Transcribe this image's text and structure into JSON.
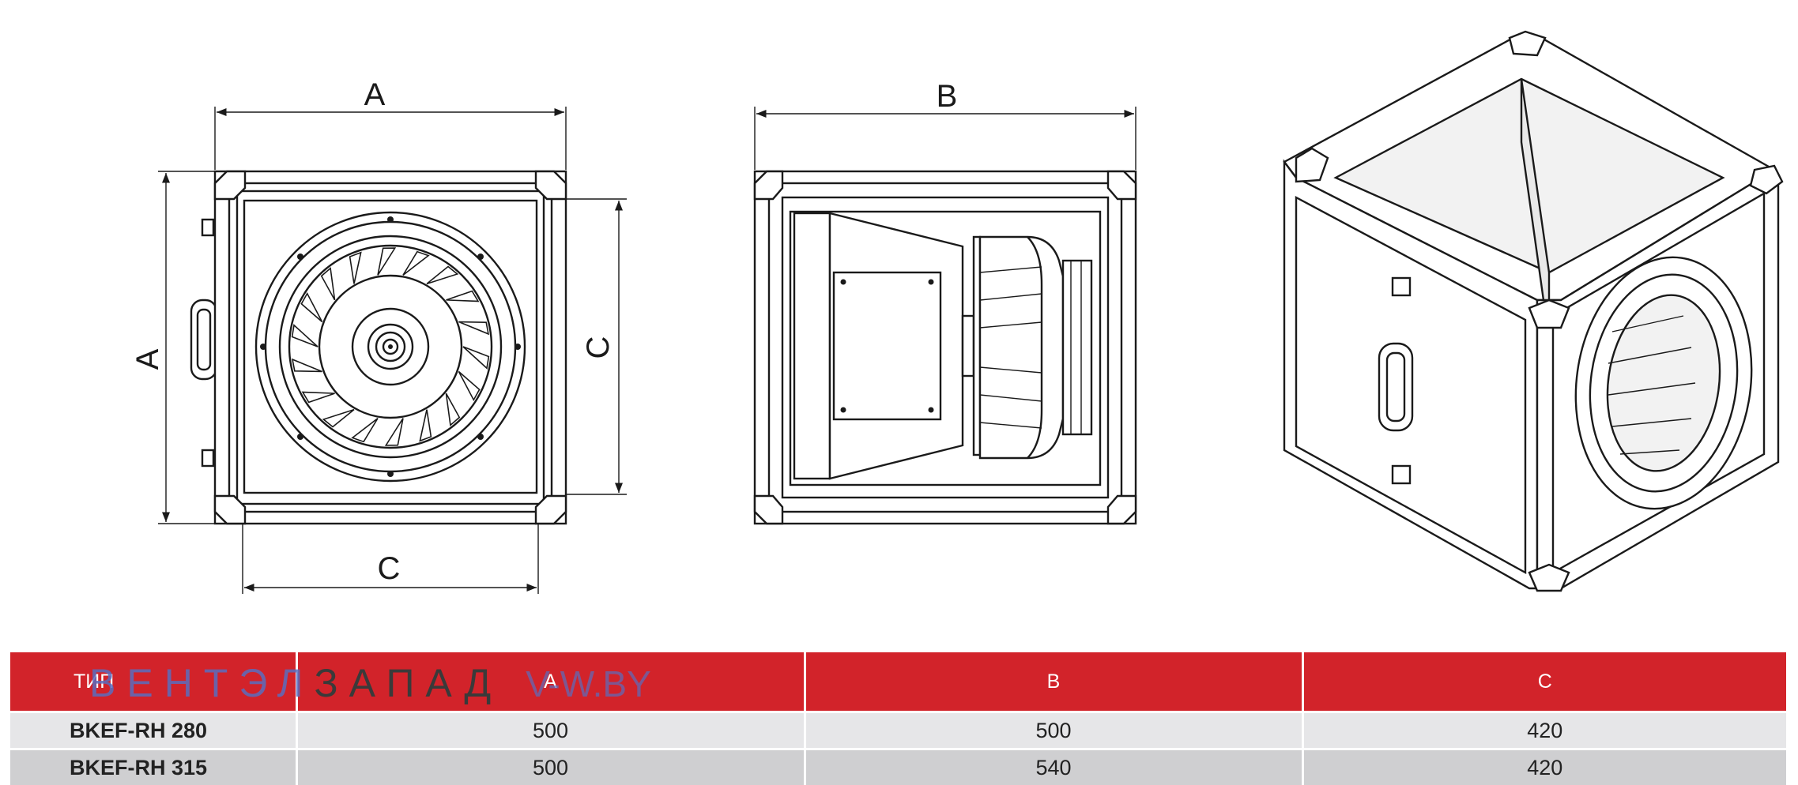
{
  "dimension_labels": {
    "front_width": "A",
    "front_height": "A",
    "front_inner_height": "C",
    "front_inner_width": "C",
    "side_length": "B"
  },
  "table": {
    "headers": [
      "ТИП",
      "A",
      "B",
      "C"
    ],
    "rows": [
      {
        "model": "BKEF-RH 280",
        "a": "500",
        "b": "500",
        "c": "420"
      },
      {
        "model": "BKEF-RH 315",
        "a": "500",
        "b": "540",
        "c": "420"
      }
    ]
  },
  "watermark": {
    "part1": "ВЕНТЭЛ",
    "part2": "ЗАПАД",
    "part3": "V-W.BY"
  },
  "colors": {
    "header_red": "#d2232a",
    "row_light": "#e6e6e8",
    "row_dark": "#cfcfd1",
    "watermark_blue": "#5a6dbf"
  }
}
